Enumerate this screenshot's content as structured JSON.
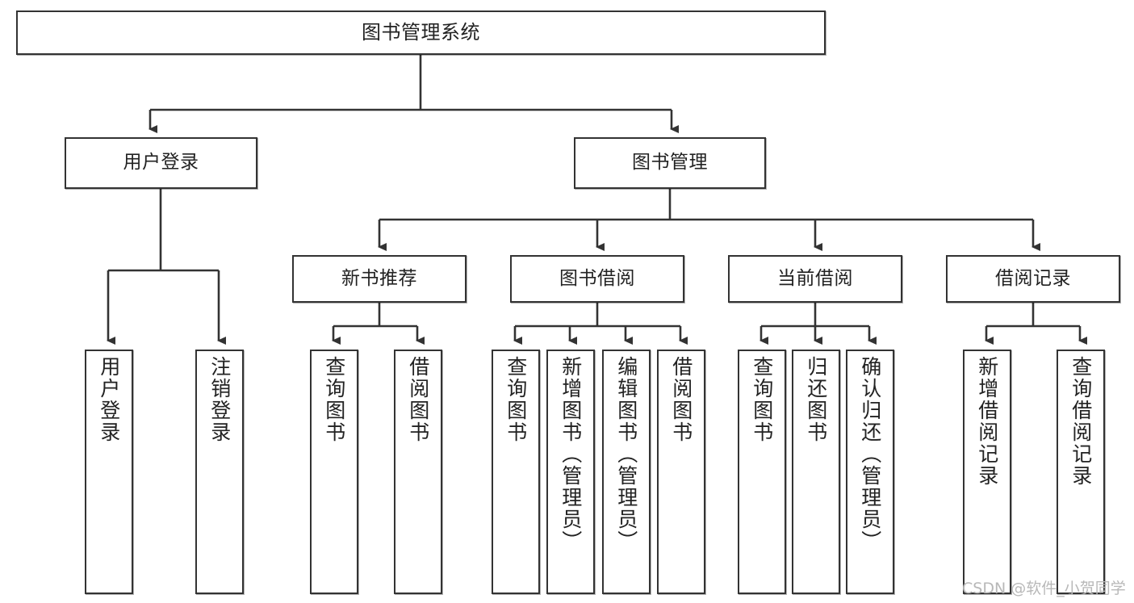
{
  "diagram": {
    "type": "tree",
    "title": "图书管理系统",
    "root": {
      "id": "root",
      "label": "图书管理系统"
    },
    "level1": [
      {
        "id": "user-login",
        "label": "用户登录"
      },
      {
        "id": "book-manage",
        "label": "图书管理"
      }
    ],
    "level2": [
      {
        "id": "new-book-recommend",
        "label": "新书推荐",
        "parent": "book-manage"
      },
      {
        "id": "book-borrow",
        "label": "图书借阅",
        "parent": "book-manage"
      },
      {
        "id": "current-borrow",
        "label": "当前借阅",
        "parent": "book-manage"
      },
      {
        "id": "borrow-record",
        "label": "借阅记录",
        "parent": "book-manage"
      }
    ],
    "leaves": [
      {
        "id": "leaf-user-login",
        "label": "用户登录",
        "parent": "user-login"
      },
      {
        "id": "leaf-logout",
        "label": "注销登录",
        "parent": "user-login"
      },
      {
        "id": "leaf-query-book-1",
        "label": "查询图书",
        "parent": "new-book-recommend"
      },
      {
        "id": "leaf-borrow-book-1",
        "label": "借阅图书",
        "parent": "new-book-recommend"
      },
      {
        "id": "leaf-query-book-2",
        "label": "查询图书",
        "parent": "book-borrow"
      },
      {
        "id": "leaf-add-book",
        "label": "新增图书（管理员）",
        "parent": "book-borrow"
      },
      {
        "id": "leaf-edit-book",
        "label": "编辑图书（管理员）",
        "parent": "book-borrow"
      },
      {
        "id": "leaf-borrow-book-2",
        "label": "借阅图书",
        "parent": "book-borrow"
      },
      {
        "id": "leaf-query-book-3",
        "label": "查询图书",
        "parent": "current-borrow"
      },
      {
        "id": "leaf-return-book",
        "label": "归还图书",
        "parent": "current-borrow"
      },
      {
        "id": "leaf-confirm-return",
        "label": "确认归还（管理员）",
        "parent": "current-borrow"
      },
      {
        "id": "leaf-add-record",
        "label": "新增借阅记录",
        "parent": "borrow-record"
      },
      {
        "id": "leaf-query-record",
        "label": "查询借阅记录",
        "parent": "borrow-record"
      }
    ],
    "colors": {
      "stroke": "#333333",
      "background": "#ffffff",
      "text": "#222222",
      "watermark": "#b8b8b8"
    }
  },
  "watermark": {
    "text": "CSDN @软件_小贺同学"
  }
}
